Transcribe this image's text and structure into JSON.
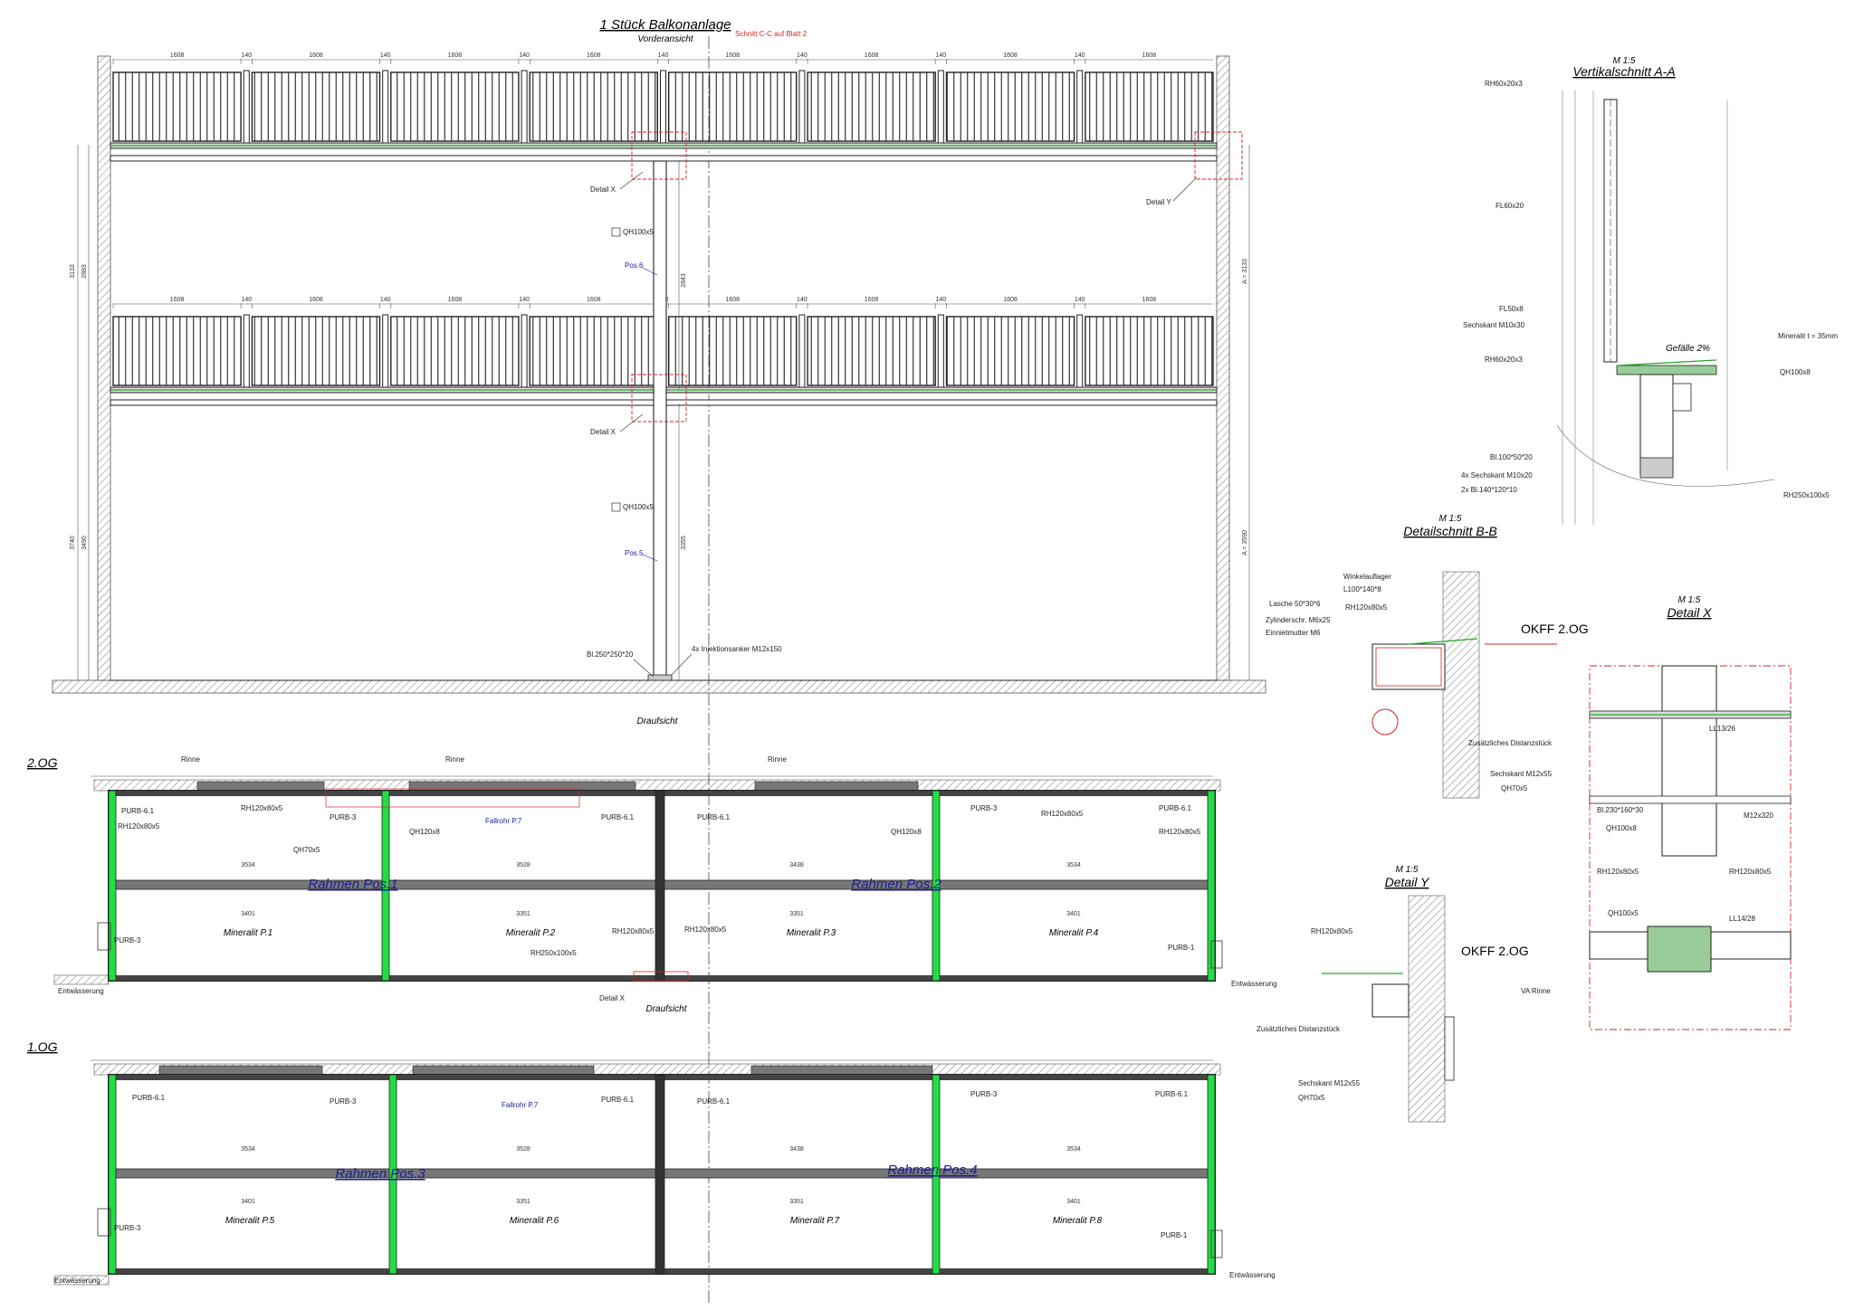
{
  "front_view": {
    "title": "1 Stück Balkonanlage",
    "subtitle": "Vorderansicht",
    "section_note": "Schnitt C-C auf Blatt 2",
    "top_dims": [
      "1608",
      "140",
      "1608",
      "140",
      "1608",
      "140",
      "1608",
      "140",
      "1608",
      "140",
      "1608",
      "140",
      "1608",
      "140",
      "1608"
    ],
    "labels": {
      "detail_x_1": "Detail X",
      "detail_x_2": "Detail X",
      "detail_y": "Detail Y",
      "qh_upper": "QH100x5",
      "pos6": "Pos.6",
      "qh_lower": "QH100x5",
      "pos5": "Pos.5",
      "plate": "Bl.250*250*20",
      "anchor": "4x Injektionsanker M12x150"
    },
    "vertical_dims": {
      "left_total_top": "3133",
      "left_inner_top": "2883",
      "left_total_bottom": "3740",
      "left_inner_bottom": "3490",
      "column_upper": "2843",
      "column_lower": "3355",
      "right_upper": "A = 3133",
      "right_lower": "A = 3590"
    }
  },
  "plan_2og": {
    "level": "2.OG",
    "title": "Draufsicht",
    "frame1": "Rahmen Pos.1",
    "frame2": "Rahmen Pos.2",
    "rinne": [
      "Rinne",
      "Rinne",
      "Rinne"
    ],
    "mineral": [
      "Mineralit P.1",
      "Mineralit P.2",
      "Mineralit P.3",
      "Mineralit P.4"
    ],
    "span_top": [
      "3534",
      "3528",
      "3438",
      "3534"
    ],
    "span_bottom": [
      "3401",
      "3351",
      "3351",
      "3401"
    ],
    "parts": {
      "purb61_a": "PURB-6.1",
      "rh120_a": "RH120x80x5",
      "purb3_a": "PURB-3",
      "rh120_b": "RH120x80x5",
      "qh70_a": "QH70x5",
      "qh120_a": "QH120x8",
      "fallrohr": "Fallrohr P.7",
      "purb61_b": "PURB-6.1",
      "purb61_c": "PURB-6.1",
      "qh120_b": "QH120x8",
      "purb3_b": "PURB-3",
      "rh120_c": "RH120x80x5",
      "purb61_d": "PURB-6.1",
      "rh120_d": "RH120x80x5",
      "purb3_c": "PURB-3",
      "rh120_e": "RH120x80x5",
      "rh120_f": "RH120x80x5",
      "rh250": "RH250x100x5",
      "purb1": "PURB-1",
      "drain_left": "Entwässerung",
      "drain_right": "Entwässerung",
      "detail_x": "Detail X"
    }
  },
  "plan_1og": {
    "level": "1.OG",
    "title": "Draufsicht",
    "frame3": "Rahmen Pos.3",
    "frame4": "Rahmen Pos.4",
    "mineral": [
      "Mineralit P.5",
      "Mineralit P.6",
      "Mineralit P.7",
      "Mineralit P.8"
    ],
    "span_top": [
      "3534",
      "3528",
      "3438",
      "3534"
    ],
    "span_bottom": [
      "3401",
      "3351",
      "3351",
      "3401"
    ],
    "parts": {
      "purb61_a": "PURB-6.1",
      "purb3_a": "PURB-3",
      "fallrohr": "Fallrohr P.7",
      "purb61_b": "PURB-6.1",
      "purb61_c": "PURB-6.1",
      "purb3_b": "PURB-3",
      "purb61_d": "PURB-6.1",
      "purb3_c": "PURB-3",
      "purb1": "PURB-1",
      "drain_left": "Entwässerung",
      "drain_right": "Entwässerung"
    }
  },
  "section_aa": {
    "scale": "M 1:5",
    "title": "Vertikalschnitt A-A",
    "labels": {
      "rh60_top": "RH60x20x3",
      "fl60": "FL60x20",
      "fl50": "FL50x8",
      "screw": "Sechskant M10x30",
      "rh60_bot": "RH60x20x3",
      "plate1": "Bl.100*50*20",
      "screws4": "4x Sechskant M10x20",
      "plate2": "2x Bl.140*120*10",
      "mineralit": "Mineralit t = 35mm",
      "slope": "Gefälle 2%",
      "qh100": "QH100x8",
      "rh250": "RH250x100x5"
    }
  },
  "section_bb": {
    "scale": "M 1:5",
    "title": "Detailschnitt B-B",
    "okff": "OKFF 2.OG",
    "labels": {
      "winkel": "Winkelauflager",
      "l100": "L100*140*8",
      "lasche": "Lasche 50*30*6",
      "rh120": "RH120x80x5",
      "zyl": "Zylinderschr. M6x25",
      "einniet": "Einnietmutter M6",
      "distanz": "Zusätzliches Distanzstück",
      "sechskant": "Sechskant M12x55",
      "qh70": "QH70x5"
    }
  },
  "detail_x": {
    "scale": "M 1:5",
    "title": "Detail X",
    "labels": {
      "ll13": "LL13/26",
      "bl230": "Bl.230*160*30",
      "m12": "M12x320",
      "qh100": "QH100x8",
      "rh120_l": "RH120x80x5",
      "rh120_r": "RH120x80x5",
      "qh100b": "QH100x5",
      "ll14": "LL14/28",
      "va": "VA Rinne"
    }
  },
  "detail_y": {
    "scale": "M 1:5",
    "title": "Detail Y",
    "okff": "OKFF 2.OG",
    "labels": {
      "rh120": "RH120x80x5",
      "distanz": "Zusätzliches Distanzstück",
      "sechskant": "Sechskant M12x55",
      "qh70": "QH70x5"
    }
  }
}
